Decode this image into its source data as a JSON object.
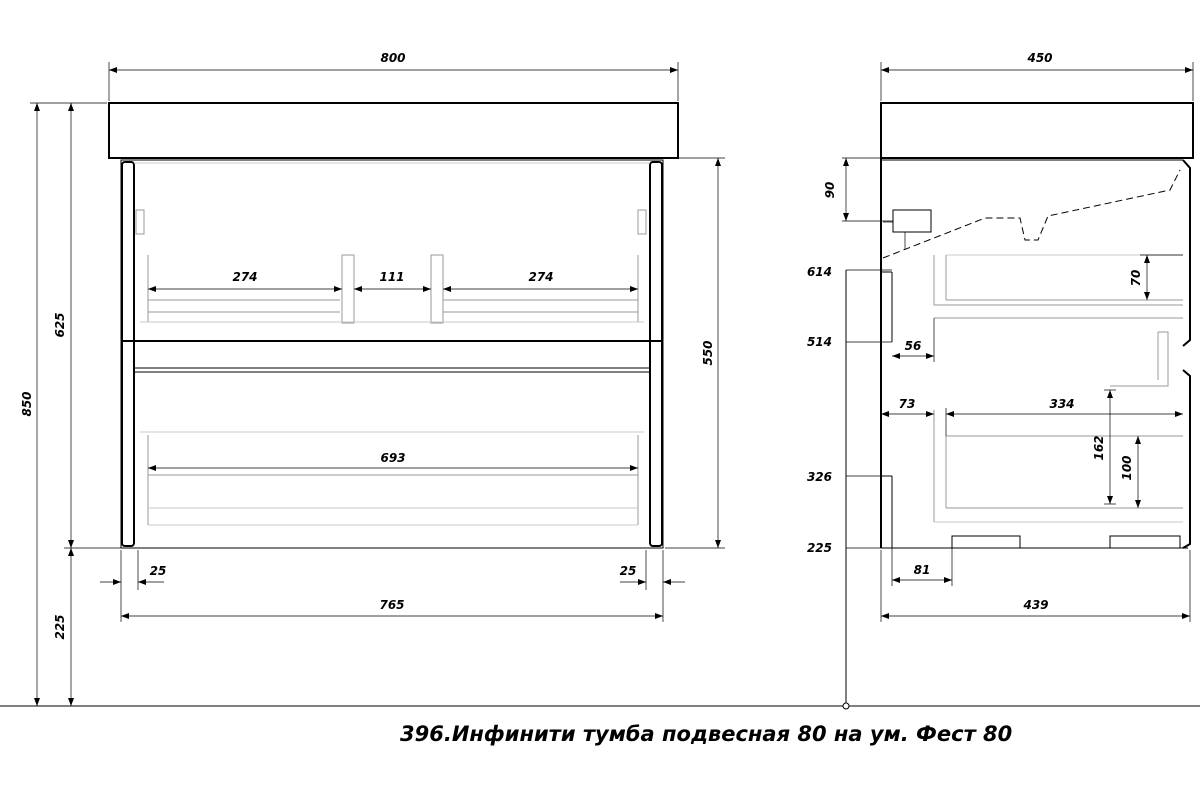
{
  "caption": "396.Инфинити тумба подвесная 80 на ум. Фест 80",
  "front_view": {
    "top_width": "800",
    "height_total": "850",
    "height_625": "625",
    "height_225": "225",
    "cabinet_height": "550",
    "drawer_inner_left": "274",
    "drawer_gap": "111",
    "drawer_inner_right": "274",
    "lower_drawer_width": "693",
    "side_left": "25",
    "side_right": "25",
    "body_width": "765"
  },
  "side_view": {
    "top_depth": "450",
    "dim_90": "90",
    "level_614": "614",
    "level_514": "514",
    "level_326": "326",
    "level_225": "225",
    "drawer_height_70": "70",
    "offset_56": "56",
    "offset_73": "73",
    "drawer_depth_334": "334",
    "height_162": "162",
    "height_100": "100",
    "offset_81": "81",
    "body_depth_439": "439"
  }
}
